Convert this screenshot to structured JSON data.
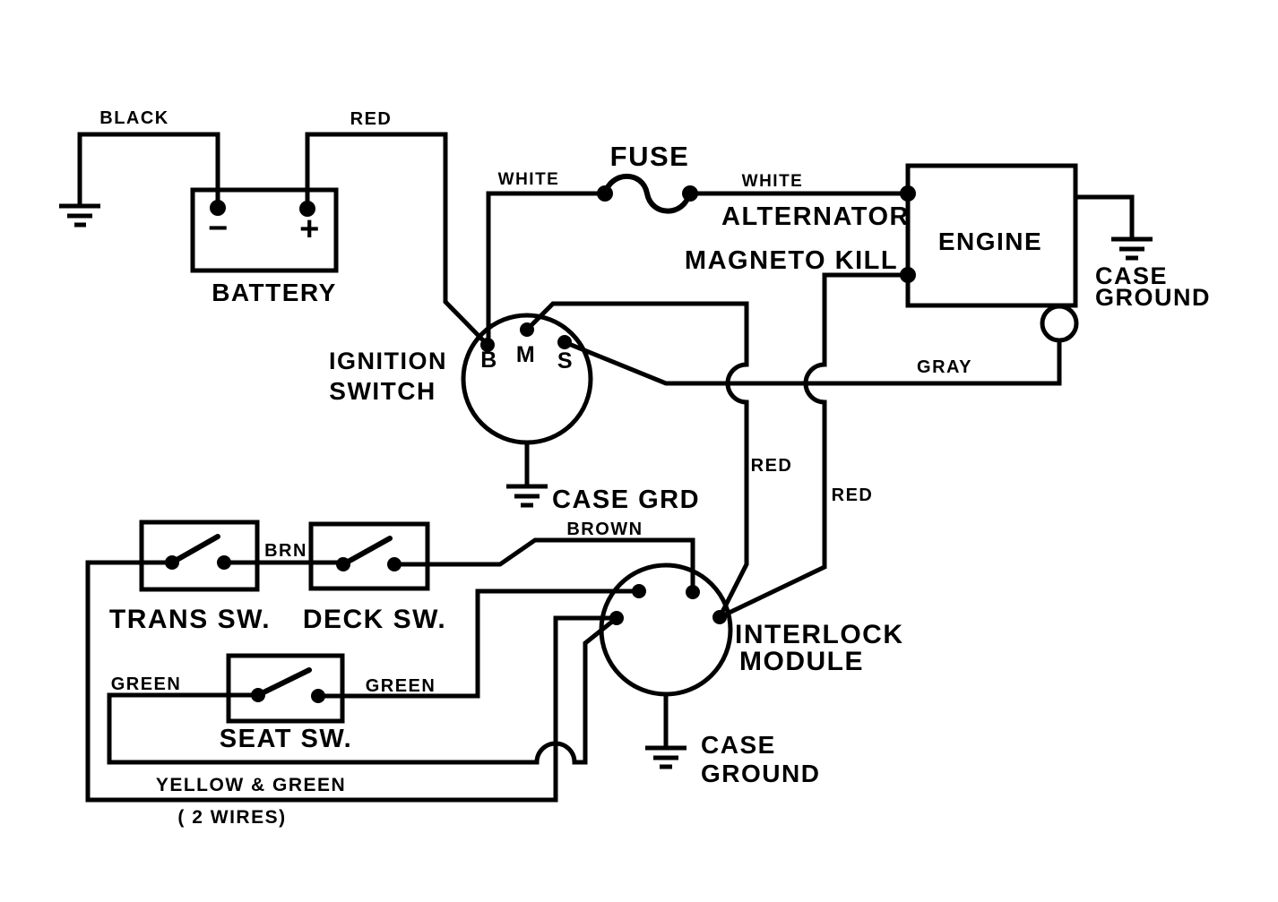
{
  "colors": {
    "ink": "#000000",
    "paper": "#ffffff"
  },
  "labels": {
    "battery": {
      "name": "BATTERY",
      "neg_wire": "BLACK",
      "pos_wire": "RED",
      "minus": "−",
      "plus": "+"
    },
    "fuse": {
      "name": "FUSE",
      "wire_left": "WHITE",
      "wire_right": "WHITE"
    },
    "engine": {
      "name": "ENGINE",
      "line1": "ALTERNATOR",
      "line2": "MAGNETO KILL",
      "case1": "CASE",
      "case2": "GROUND",
      "kill_wire": "GRAY"
    },
    "ignition": {
      "line1": "IGNITION",
      "line2": "SWITCH",
      "term_b": "B",
      "term_m": "M",
      "term_s": "S",
      "ground": "CASE GRD",
      "red_m": "RED",
      "red_kill": "RED"
    },
    "interlock": {
      "line1": "INTERLOCK",
      "line2": "MODULE",
      "case1": "CASE",
      "case2": "GROUND",
      "brown_wire": "BROWN"
    },
    "switches": {
      "trans": "TRANS SW.",
      "deck": "DECK SW.",
      "seat": "SEAT SW.",
      "brn_wire": "BRN",
      "green_left": "GREEN",
      "green_right": "GREEN",
      "yellow_green": "YELLOW & GREEN",
      "two_wires": "( 2 WIRES)"
    }
  }
}
